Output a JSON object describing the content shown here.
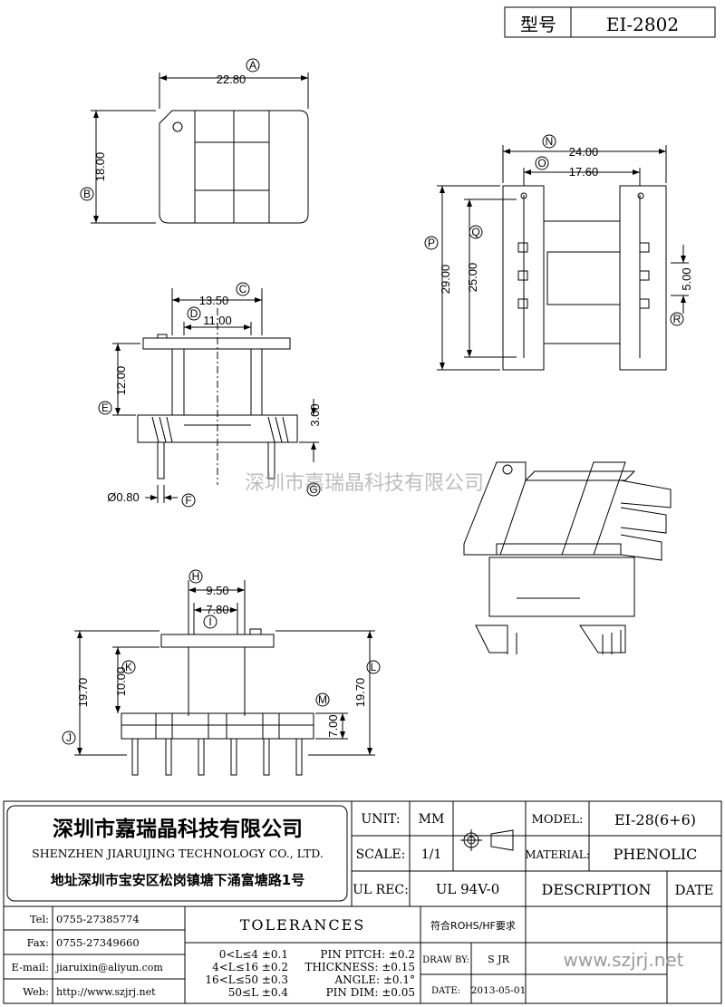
{
  "header": {
    "type_label": "型号",
    "type_value": "EI-2802"
  },
  "top_view": {
    "A_value": "22.80",
    "B_value": "18.00",
    "A_tag": "A",
    "B_tag": "B"
  },
  "front_view": {
    "C_value": "13.50",
    "D_value": "11.00",
    "E_value": "12.00",
    "G_value": "3.00",
    "F_value": "Ø0.80",
    "C_tag": "C",
    "D_tag": "D",
    "E_tag": "E",
    "F_tag": "F",
    "G_tag": "G"
  },
  "side_view": {
    "N_value": "24.00",
    "O_value": "17.60",
    "P_value": "29.00",
    "Q_value": "25.00",
    "R_value": "5.00",
    "N_tag": "N",
    "O_tag": "O",
    "P_tag": "P",
    "Q_tag": "Q",
    "R_tag": "R"
  },
  "bottom_view": {
    "H_value": "9.50",
    "I_value": "7.80",
    "J_value": "19.70",
    "K_value": "10.00",
    "L_value": "19.70",
    "M_value": "7.00",
    "H_tag": "H",
    "I_tag": "I",
    "J_tag": "J",
    "K_tag": "K",
    "L_tag": "L",
    "M_tag": "M"
  },
  "watermark": "深圳市嘉瑞晶科技有限公司",
  "company": {
    "name_cn": "深圳市嘉瑞晶科技有限公司",
    "name_en": "SHENZHEN JIARUIJING TECHNOLOGY CO., LTD.",
    "address": "地址深圳市宝安区松岗镇塘下涌富塘路1号"
  },
  "contact": {
    "tel_label": "Tel:",
    "tel": "0755-27385774",
    "fax_label": "Fax:",
    "fax": "0755-27349660",
    "email_label": "E-mail:",
    "email": "jiaruixin@aliyun.com",
    "web_label": "Web:",
    "web": "http://www.szjrj.net"
  },
  "specs": {
    "unit_label": "UNIT:",
    "unit": "MM",
    "scale_label": "SCALE:",
    "scale": "1/1",
    "ulrec_label": "UL REC:",
    "ulrec": "UL 94V-0",
    "model_label": "MODEL:",
    "model": "EI-28(6+6)",
    "material_label": "MATERIAL:",
    "material": "PHENOLIC",
    "description": "DESCRIPTION",
    "date_head": "DATE",
    "rohs": "符合ROHS/HF要求",
    "drawby_label": "DRAW BY:",
    "drawby": "S JR",
    "date_label": "DATE:",
    "date": "2013-05-01",
    "site": "www.szjrj.net"
  },
  "tolerances": {
    "title": "TOLERANCES",
    "ranges": [
      "0<L≤4 ±0.1",
      "4<L≤16 ±0.2",
      "16<L≤50 ±0.3",
      "50≤L ±0.4"
    ],
    "params": [
      "PIN PITCH: ±0.2",
      "THICKNESS: ±0.15",
      "ANGLE: ±0.1°",
      "PIN DIM: ±0.05"
    ]
  }
}
